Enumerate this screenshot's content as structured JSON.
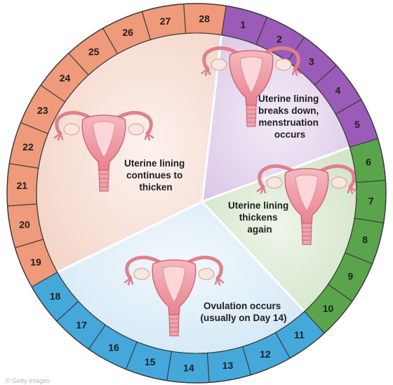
{
  "diagram": {
    "days": [
      1,
      2,
      3,
      4,
      5,
      6,
      7,
      8,
      9,
      10,
      11,
      12,
      13,
      14,
      15,
      16,
      17,
      18,
      19,
      20,
      21,
      22,
      23,
      24,
      25,
      26,
      27,
      28
    ],
    "phases": [
      {
        "id": "menstruation",
        "day_start": 1,
        "day_end": 5,
        "ring_color": "#9b5bb8",
        "fill_color": "#e6d6ee",
        "caption": [
          "Uterine lining",
          "breaks down,",
          "menstruation",
          "occurs"
        ]
      },
      {
        "id": "thickens-again",
        "day_start": 6,
        "day_end": 10,
        "ring_color": "#5aa54c",
        "fill_color": "#dcebd3",
        "caption": [
          "Uterine lining",
          "thickens",
          "again"
        ]
      },
      {
        "id": "ovulation",
        "day_start": 11,
        "day_end": 18,
        "ring_color": "#45a8db",
        "fill_color": "#ddeef8",
        "caption": [
          "Ovulation occurs",
          "(usually on Day 14)"
        ]
      },
      {
        "id": "continues-to-thicken",
        "day_start": 19,
        "day_end": 28,
        "ring_color": "#ee9a7b",
        "fill_color": "#f8e1d8",
        "caption": [
          "Uterine lining",
          "continues to",
          "thicken"
        ]
      }
    ],
    "watermark": "© Getty Images"
  }
}
